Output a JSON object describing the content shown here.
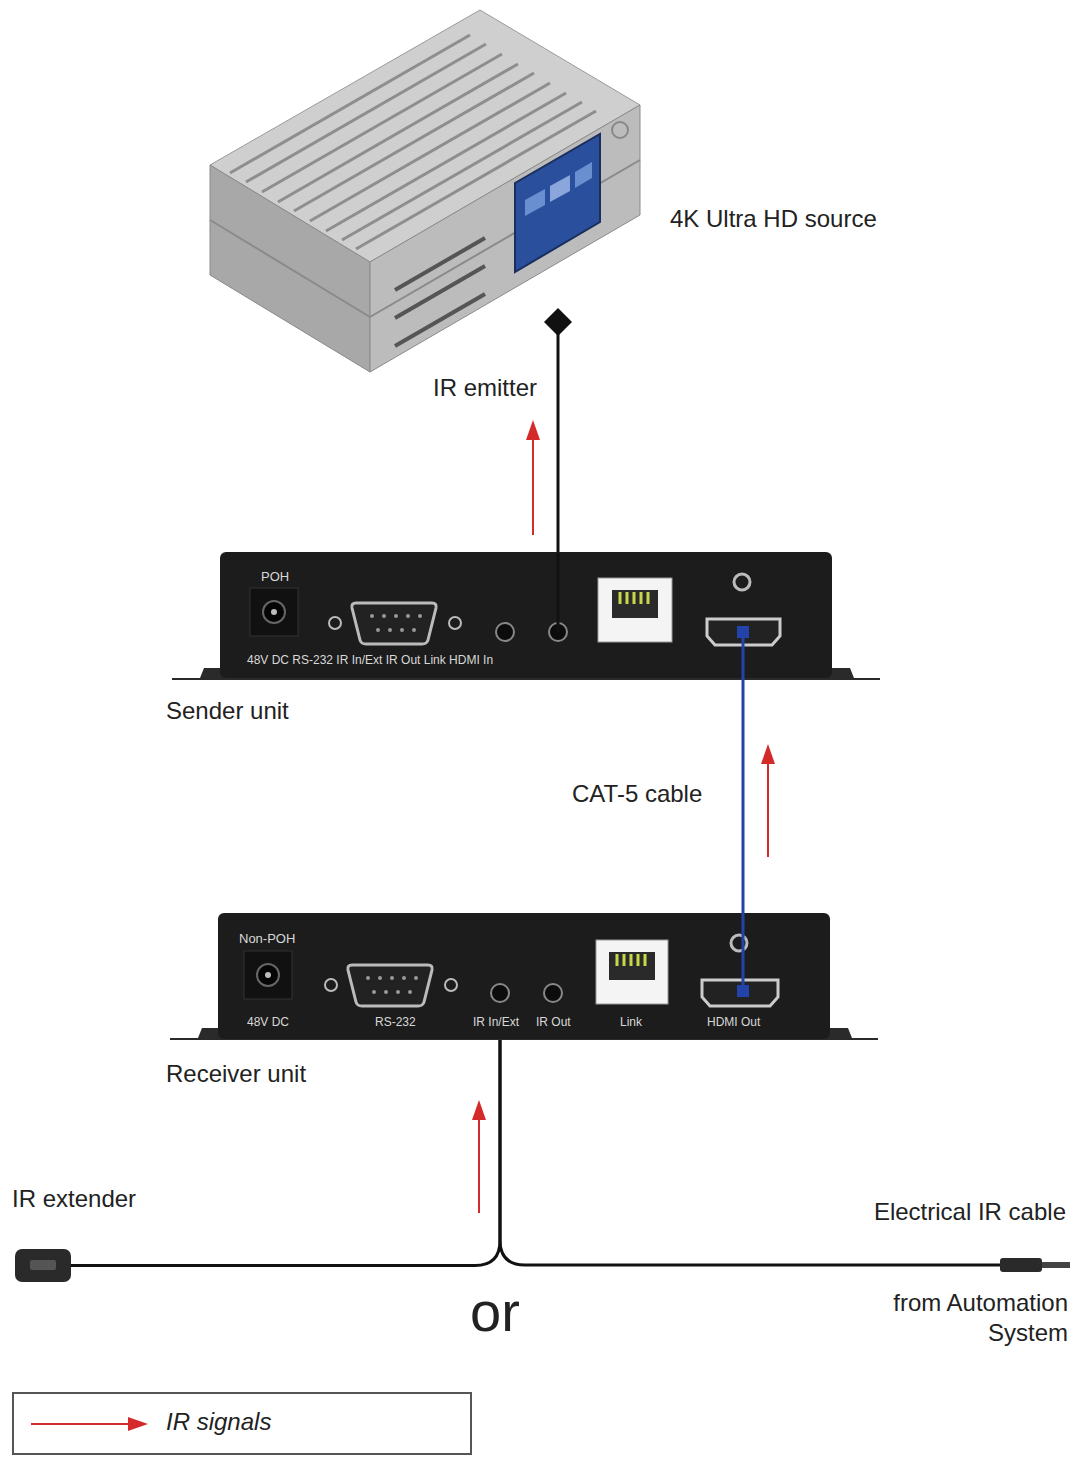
{
  "diagram": {
    "nodes": [
      {
        "text": [
          "4K Ultra HD source"
        ]
      },
      {
        "text": [
          "POH",
          "48V DC RS-232 IR In/Ext IR Out Link HDMI In",
          "Sender unit"
        ]
      },
      {
        "text": [
          "Non-POH",
          "48V DC",
          "RS-232",
          "IR In/Ext",
          "IR Out",
          "Link",
          "HDMI Out",
          "Receiver unit"
        ]
      },
      {
        "text": [
          "IR extender"
        ]
      },
      {
        "text": [
          "Electrical IR cable",
          "from Automation System"
        ]
      }
    ],
    "edges": [
      {
        "from": 1,
        "to": 0,
        "label": "IR emitter",
        "arrow": "none"
      },
      {
        "from": 2,
        "to": 1,
        "label": "CAT-5 cable",
        "arrow": "none"
      },
      {
        "from": 2,
        "to": 3,
        "arrow": "none"
      },
      {
        "from": 2,
        "to": 4,
        "arrow": "none"
      }
    ],
    "labels": [
      "or"
    ],
    "legend": [
      {
        "text": "IR signals"
      }
    ]
  }
}
